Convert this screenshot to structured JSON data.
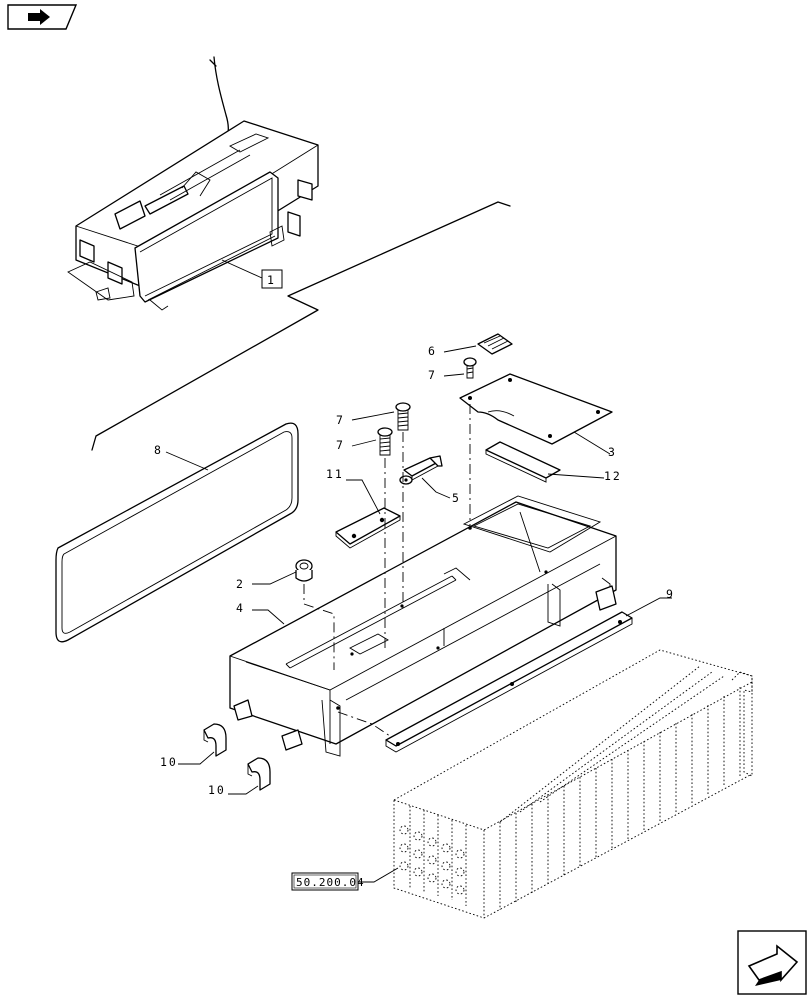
{
  "callouts": {
    "c1": "1",
    "c2": "2",
    "c3": "3",
    "c4": "4",
    "c5": "5",
    "c6": "6",
    "c7a": "7",
    "c7b": "7",
    "c7c": "7",
    "c8": "8",
    "c9": "9",
    "c10a": "10",
    "c10b": "10",
    "c11": "11",
    "c12": "12",
    "ref": "50.200.04"
  },
  "nav": {
    "top_icon": "book-arrow-icon",
    "bottom_icon": "next-page-arrow-icon"
  }
}
